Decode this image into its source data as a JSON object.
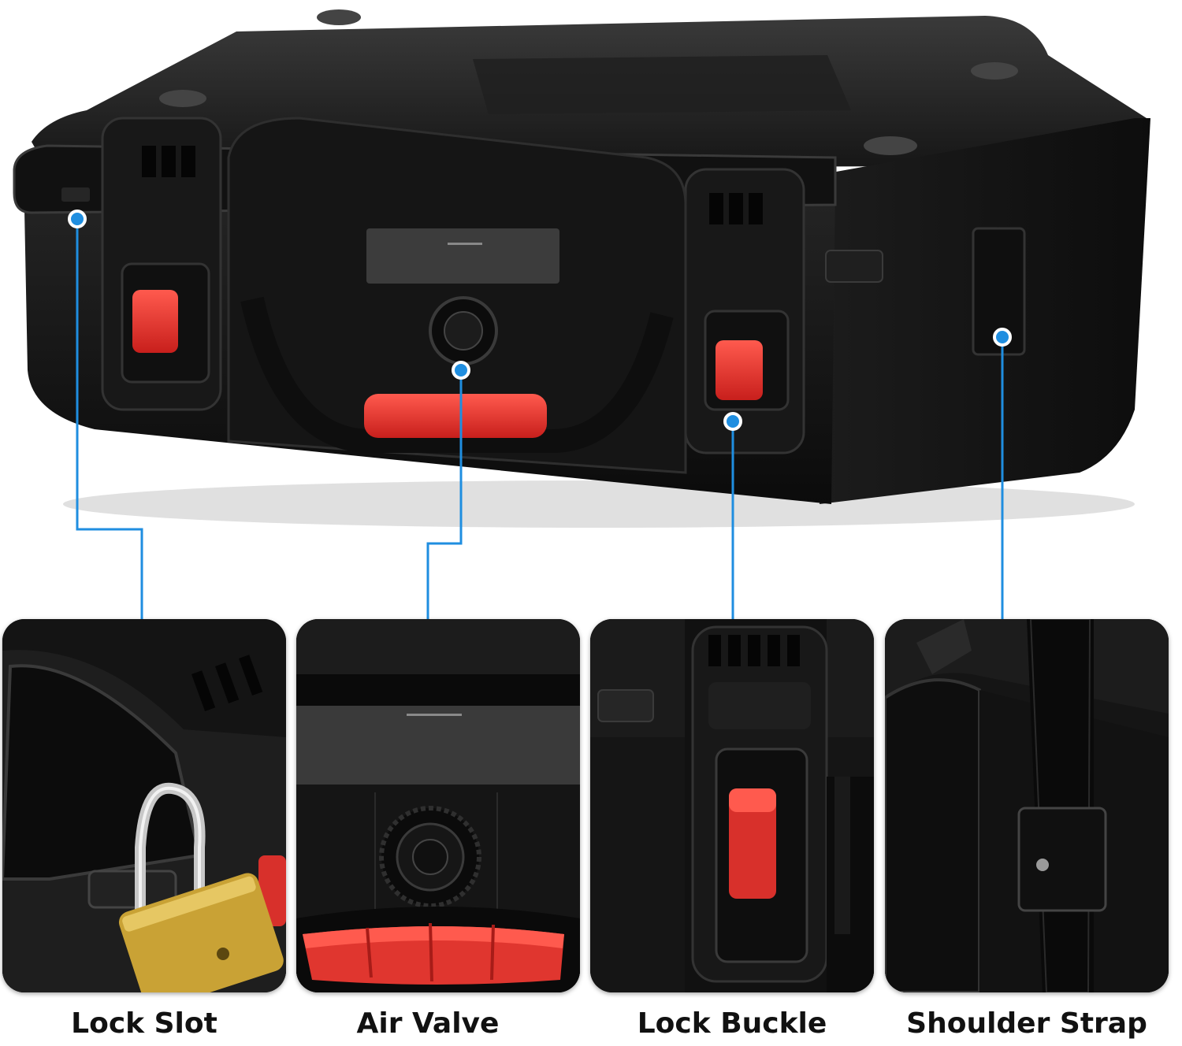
{
  "colors": {
    "case_body": "#141414",
    "case_edge": "#2b2b2b",
    "accent_red": "#e8312f",
    "callout_line": "#1f8ee0",
    "brass": "#c9a235"
  },
  "features": [
    {
      "key": "lock_slot",
      "label": "Lock Slot"
    },
    {
      "key": "air_valve",
      "label": "Air Valve"
    },
    {
      "key": "lock_buckle",
      "label": "Lock Buckle"
    },
    {
      "key": "shoulder_strap",
      "label": "Shoulder Strap"
    }
  ]
}
